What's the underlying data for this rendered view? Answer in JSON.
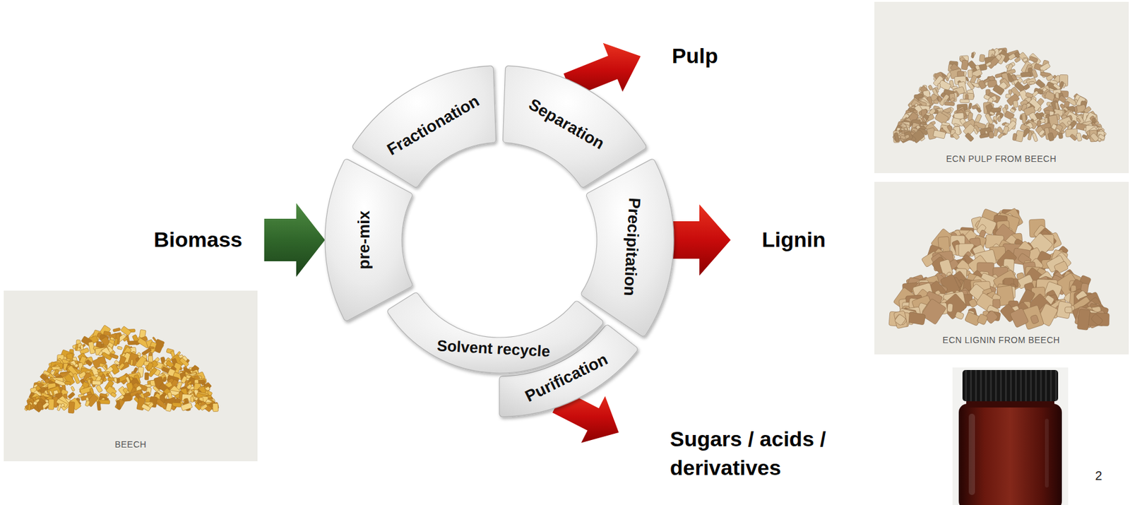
{
  "diagram": {
    "nodes": [
      {
        "text": [
          "Biomass"
        ]
      },
      {
        "text": [
          "pre-mix"
        ]
      },
      {
        "text": [
          "Fractionation"
        ]
      },
      {
        "text": [
          "Separation"
        ]
      },
      {
        "text": [
          "Precipitation"
        ]
      },
      {
        "text": [
          "Purification"
        ]
      },
      {
        "text": [
          "Solvent recycle"
        ]
      },
      {
        "text": [
          "Pulp"
        ]
      },
      {
        "text": [
          "Lignin"
        ]
      },
      {
        "text": [
          "Sugars / acids / derivatives"
        ]
      }
    ],
    "edges": [
      {
        "from": 0,
        "to": 1,
        "arrow": "to"
      },
      {
        "from": 3,
        "to": 7,
        "arrow": "to"
      },
      {
        "from": 4,
        "to": 8,
        "arrow": "to"
      },
      {
        "from": 5,
        "to": 9,
        "arrow": "to"
      }
    ],
    "labels": [
      "BEECH",
      "ECN PULP FROM BEECH",
      "ECN LIGNIN FROM BEECH",
      "2"
    ]
  }
}
